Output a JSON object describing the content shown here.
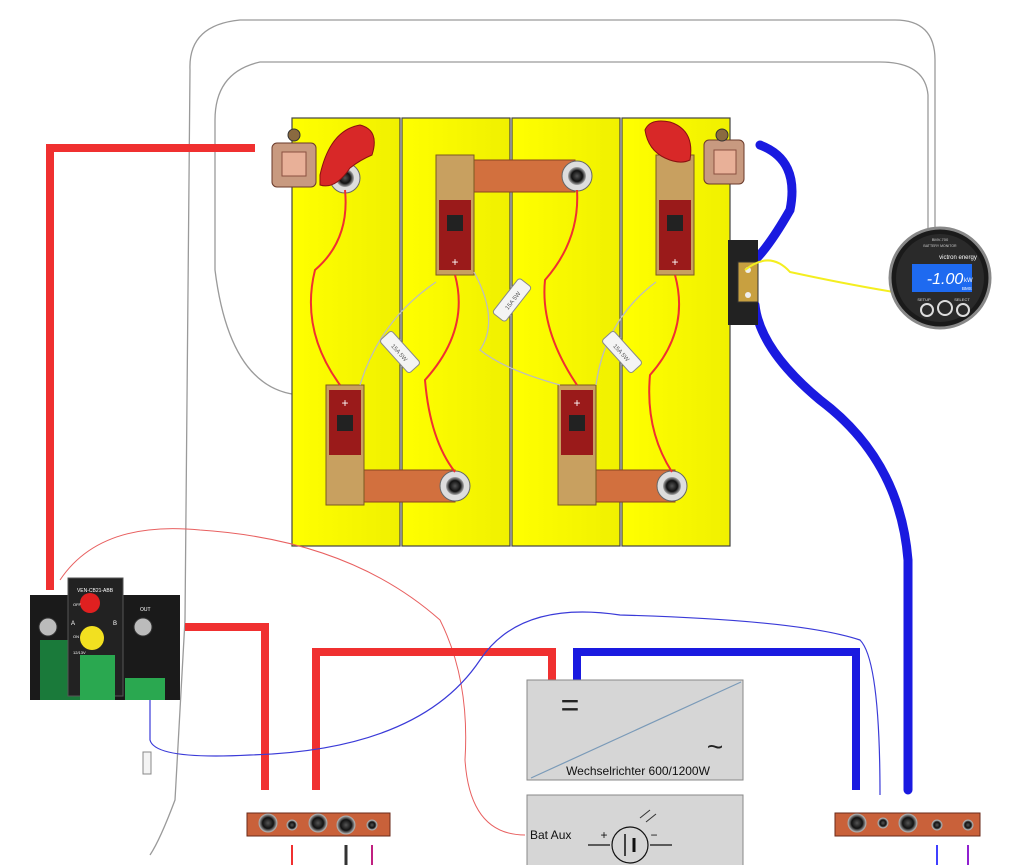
{
  "labels": {
    "inverter": "Wechselrichter 600/1200W",
    "inverter_dc": "=",
    "inverter_ac": "~",
    "bat_aux": "Bat Aux",
    "plus": "+",
    "minus": "−",
    "bms_plus": "+",
    "fuse_text": "15A 5W"
  },
  "monitor": {
    "brand": "victron energy",
    "title": "BMV-700",
    "subtitle": "BATTERY MONITOR",
    "reading": "-1.00",
    "unit": "kW",
    "sub_unit": "BMS",
    "setup": "SETUP",
    "select": "SELECT"
  },
  "relay": {
    "model": "VEN-CB21-ABB",
    "off": "OFF",
    "on": "ON",
    "a": "A",
    "b": "B",
    "v": "12/13V",
    "out": "OUT"
  },
  "colors": {
    "positive_cable": "#f03030",
    "negative_cable": "#1a1ae0",
    "cell_fill": "#ffff00",
    "busbar": "#d2703e",
    "bms_board": "#9a1a1a",
    "monitor_display": "#1e6af0",
    "sense_wire": "#f4ee20",
    "signal_wire": "#3a3ad8",
    "terminal_strip": "#c9613a"
  }
}
